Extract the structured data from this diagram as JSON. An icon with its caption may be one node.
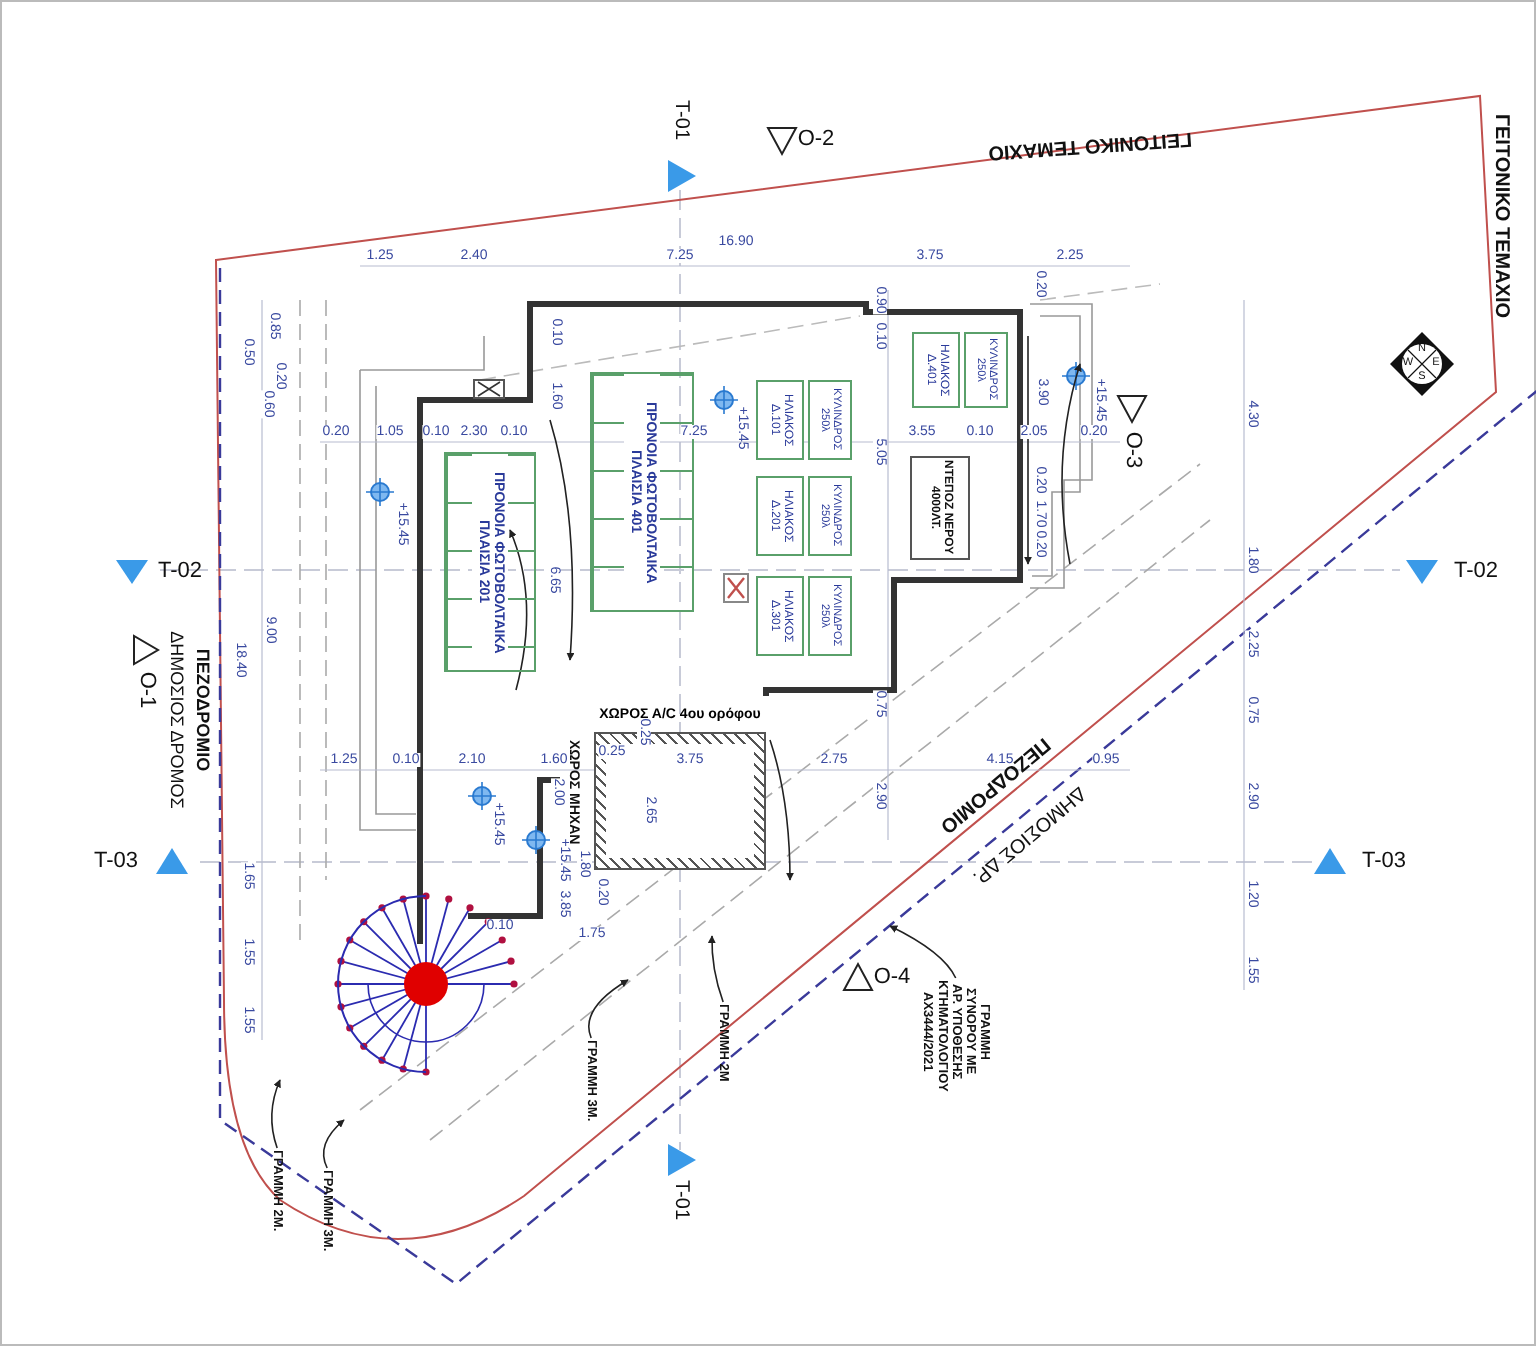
{
  "diagram": {
    "nodes": [
      {
        "text": [
          "ΠΡΟΝΟΙΑ ΦΩΤΟΒΟΛΤΑΙΚΑ ΠΛΑΙΣΙΑ 401"
        ]
      },
      {
        "text": [
          "ΠΡΟΝΟΙΑ ΦΩΤΟΒΟΛΤΑΙΚΑ ΠΛΑΙΣΙΑ 201"
        ]
      },
      {
        "text": [
          "ΗΛΙΑΚΟΣ Δ.101"
        ]
      },
      {
        "text": [
          "ΚΥΛΙΝΔΡΟΣ 250λ"
        ]
      },
      {
        "text": [
          "ΗΛΙΑΚΟΣ Δ.201"
        ]
      },
      {
        "text": [
          "ΚΥΛΙΝΔΡΟΣ 250λ"
        ]
      },
      {
        "text": [
          "ΗΛΙΑΚΟΣ Δ.301"
        ]
      },
      {
        "text": [
          "ΚΥΛΙΝΔΡΟΣ 250λ"
        ]
      },
      {
        "text": [
          "ΗΛΙΑΚΟΣ Δ.401"
        ]
      },
      {
        "text": [
          "ΚΥΛΙΝΔΡΟΣ 250λ"
        ]
      },
      {
        "text": [
          "ΝΤΕΠΟΖ ΝΕΡΟΥ 4000ΛΤ."
        ]
      },
      {
        "text": [
          "ΧΩΡΟΣ Α/C 4ου ορόφου"
        ],
        "beside": [
          "ΧΩΡΟΣ ΜΗΧΑΝ"
        ]
      },
      {
        "text": [
          "ΓΡΑΜΜΗ 2Μ."
        ]
      },
      {
        "text": [
          "ΓΡΑΜΜΗ 3Μ."
        ]
      },
      {
        "text": [
          "ΓΡΑΜΜΗ 3Μ."
        ]
      },
      {
        "text": [
          "ΓΡΑΜΜΗ 2Μ"
        ]
      },
      {
        "text": [
          "ΓΡΑΜΜΗ ΣΥΝΟΡΟΥ ΜΕ ΑΡ. ΥΠΟΘΕΣΗΣ ΚΤΗΜΑΤΟΛΟΓΙΟΥ ΑΧ3444/2021"
        ]
      }
    ],
    "edges": [
      {
        "from": 12,
        "to": null,
        "arrow": "to"
      },
      {
        "from": 13,
        "to": null,
        "arrow": "to"
      },
      {
        "from": 14,
        "to": null,
        "arrow": "to"
      },
      {
        "from": 15,
        "to": null,
        "arrow": "to"
      },
      {
        "from": 16,
        "to": null,
        "arrow": "to"
      }
    ],
    "labels": [
      "T-01",
      "O-2",
      "ΓΕΙΤΟΝΙΚΟ ΤΕΜΑΧΙΟ",
      "ΓΕΙΤΟΝΙΚΟ ΤΕΜΑΧΙΟ",
      "1.25",
      "2.40",
      "16.90",
      "7.25",
      "3.75",
      "2.25",
      "N",
      "W",
      "E",
      "S",
      "0.85",
      "0.50",
      "0.20",
      "0.60",
      "0.10",
      "1.60",
      "0.20",
      "1.05",
      "0.10",
      "2.30",
      "0.10",
      "7.25",
      "0.90",
      "0.10",
      "0.20",
      "3.90",
      "3.55",
      "0.10",
      "2.05",
      "0.20",
      "5.05",
      "0.20",
      "1.70",
      "0.20",
      "4.30",
      "1.80",
      "+15.45",
      "+15.45",
      "+15.45",
      "6.65",
      "9.00",
      "18.40",
      "ΠΕΖΟΔΡΟΜΙΟ",
      "ΔΗΜΟΣΙΟΣ ΔΡΟΜΟΣ",
      "O-1",
      "1.25",
      "0.10",
      "2.10",
      "1.60",
      "0.25",
      "3.75",
      "2.75",
      "4.15",
      "0.95",
      "0.25",
      "2.00",
      "2.65",
      "+15.45",
      "+15.45",
      "1.80",
      "0.20",
      "3.85",
      "0.10",
      "1.75",
      "0.75",
      "2.90",
      "2.25",
      "0.75",
      "2.90",
      "1.20",
      "1.55",
      "1.65",
      "1.55",
      "1.55",
      "ΠΕΖΟΔΡΟΜΙΟ",
      "ΔΗΜΟΣΙΟΣ ΔΡ.",
      "T-02",
      "T-02",
      "T-03",
      "T-03",
      "O-3",
      "O-4",
      "T-01"
    ]
  }
}
